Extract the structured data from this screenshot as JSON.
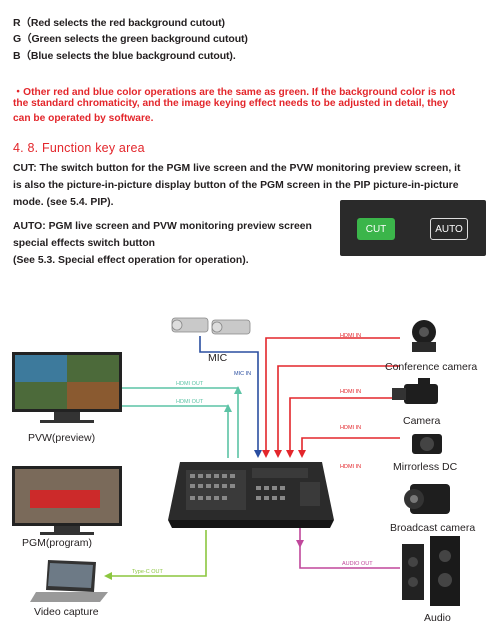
{
  "text": {
    "r_line": "R（Red selects the red background cutout)",
    "g_line": "G（Green selects the green background cutout)",
    "b_line": "B（Blue selects the blue background cutout).",
    "note_line1": "・Other red and blue color operations are the same as green. If the background color is not",
    "note_line2": "the standard chromaticity, and the image keying effect needs to be adjusted in detail, they",
    "note_line3": "can be operated by software.",
    "section_title": "4. 8. Function key area",
    "cut_line1": "CUT: The switch button for the PGM live screen and the PVW monitoring preview screen, it",
    "cut_line2": "is also the picture-in-picture display button of the PGM screen in the PIP picture-in-picture",
    "cut_line3": "mode. (see 5.4. PIP).",
    "auto_line1": "AUTO: PGM live screen and PVW monitoring preview screen",
    "auto_line2": "special effects switch button",
    "auto_line3": "(See 5.3. Special effect operation for operation)."
  },
  "buttons": {
    "cut": "CUT",
    "auto": "AUTO"
  },
  "diagram": {
    "mic": "MIC",
    "mic_in": "MIC IN",
    "hdmi_in": "HDMI IN",
    "hdmi_out": "HDMI OUT",
    "type_c_out": "Type-C OUT",
    "audio_out": "AUDIO OUT",
    "pvw": "PVW(preview)",
    "pgm": "PGM(program)",
    "video_capture": "Video capture",
    "conference_camera": "Conference camera",
    "camera": "Camera",
    "mirrorless": "Mirrorless DC",
    "broadcast_camera": "Broadcast camera",
    "audio": "Audio"
  },
  "colors": {
    "red_line": "#e3262b",
    "blue_line": "#2a4ea0",
    "teal_line": "#5cc3a5",
    "green_line": "#8cc63f",
    "purple_line": "#c0479b",
    "cut_green": "#3bb54a"
  }
}
